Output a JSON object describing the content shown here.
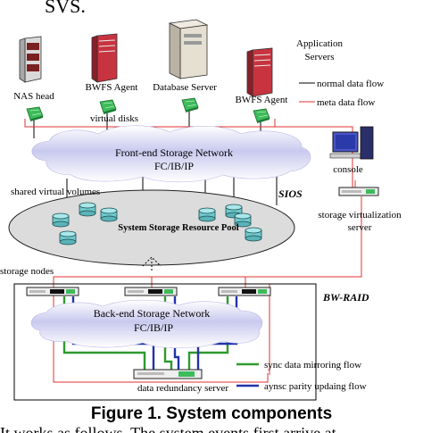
{
  "page_top_fragment": "SVS.",
  "page_bottom_fragment": "It works as follows. The system events first arrive at",
  "labels": {
    "application_servers_line1": "Application",
    "application_servers_line2": "Servers",
    "nas_head": "NAS head",
    "bwfs_agent_left": "BWFS Agent",
    "database_server": "Database Server",
    "bwfs_agent_right": "BWFS Agent",
    "virtual_disks": "virtual disks",
    "frontend_network_line1": "Front-end Storage Network",
    "frontend_network_line2": "FC/IB/IP",
    "console": "console",
    "shared_virtual_volumes": "shared virtual volumes",
    "sios": "SIOS",
    "system_storage_pool": "System Storage Resource Pool",
    "storage_virtualization_line1": "storage virtualization",
    "storage_virtualization_line2": "server",
    "storage_nodes": "storage nodes",
    "bw_raid": "BW-RAID",
    "backend_network_line1": "Back-end Storage Network",
    "backend_network_line2": "FC/IB/IP",
    "data_redundancy_server": "data redundancy server"
  },
  "legend": {
    "normal_flow": "normal data flow",
    "meta_flow": "meta data flow",
    "sync_flow": "sync data mirroring flow",
    "async_flow": "aynsc parity updaing flow"
  },
  "caption": "Figure 1.  System components",
  "colors": {
    "normal_flow": "#000000",
    "meta_flow": "#e03030",
    "sync_flow": "#2e9a2e",
    "async_flow": "#2233aa",
    "cloud": "#c9c9ef",
    "pool": "#dcdcdc",
    "disk": "#6fc8cc",
    "switch": "#3cbc5a"
  },
  "icons": [
    "server-icon",
    "switch-icon",
    "cloud-icon",
    "disk-icon",
    "rack-node-icon",
    "computer-icon"
  ]
}
